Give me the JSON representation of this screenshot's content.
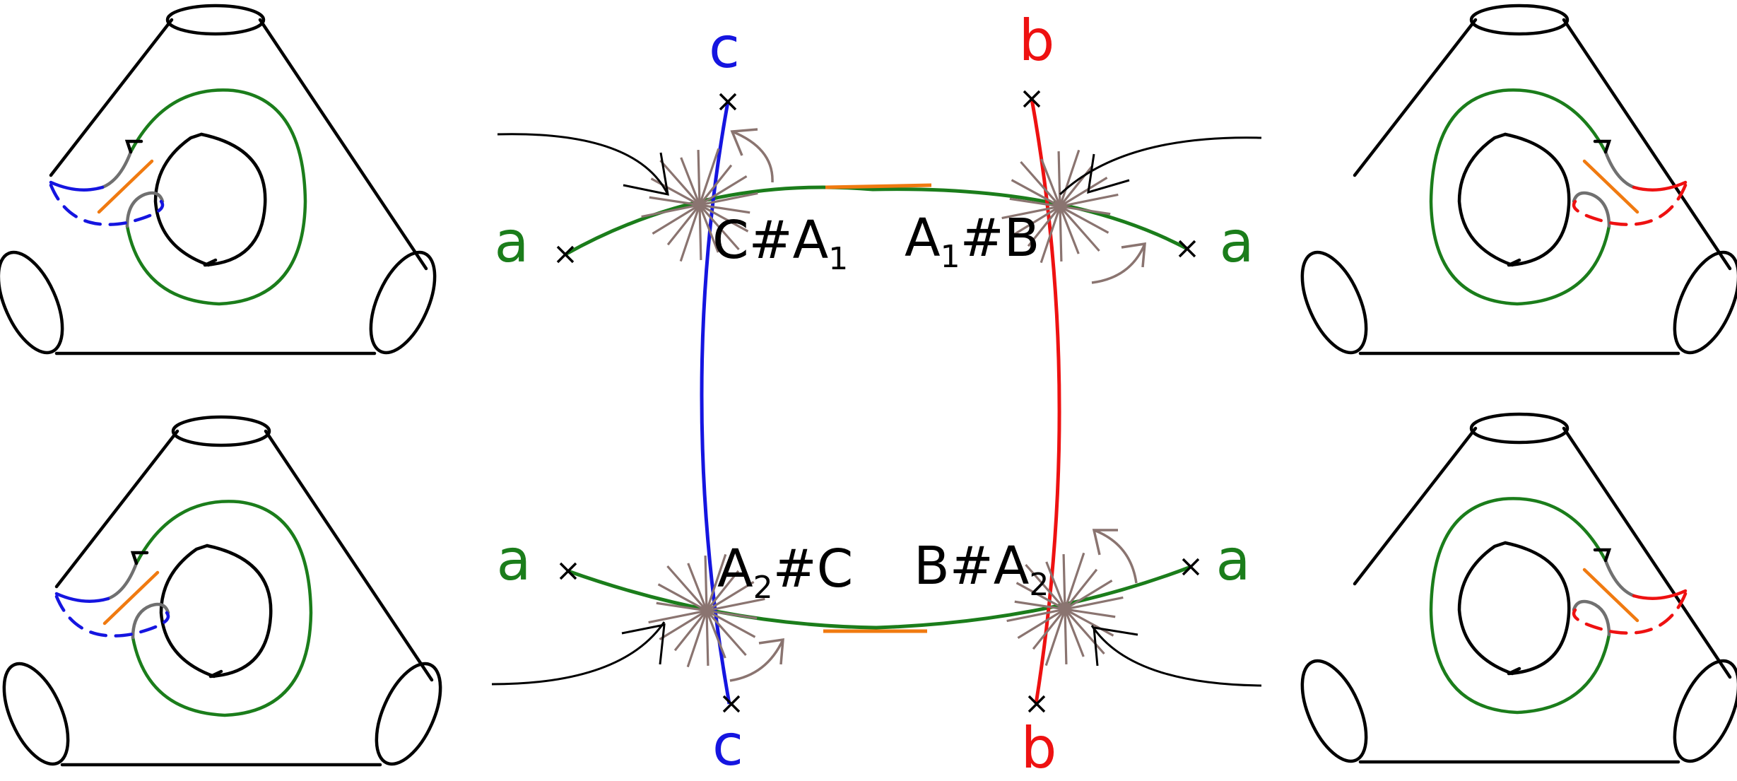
{
  "colors": {
    "a": "#1b7d1b",
    "b": "#ee1111",
    "c": "#1515e0",
    "ink": "#000000",
    "orange": "#f07a10",
    "brown": "#8a7470",
    "gray": "#707070"
  },
  "endpoints": {
    "c_top": "c",
    "c_bottom": "c",
    "b_top": "b",
    "b_bottom": "b",
    "a_top_left": "a",
    "a_top_right": "a",
    "a_bottom_left": "a",
    "a_bottom_right": "a"
  },
  "intersections": {
    "top_left": {
      "left": "C#A",
      "sub": "1",
      "right": ""
    },
    "top_right": {
      "left": "A",
      "sub": "1",
      "right": "#B"
    },
    "bottom_left": {
      "left": "A",
      "sub": "2",
      "right": "#C"
    },
    "bottom_right": {
      "left": "B#A",
      "sub": "2",
      "right": ""
    }
  },
  "surfaces": [
    {
      "position": "top-left",
      "side": "left",
      "arc_color": "c"
    },
    {
      "position": "top-right",
      "side": "right",
      "arc_color": "b"
    },
    {
      "position": "bottom-left",
      "side": "left",
      "arc_color": "c"
    },
    {
      "position": "bottom-right",
      "side": "right",
      "arc_color": "b"
    }
  ]
}
